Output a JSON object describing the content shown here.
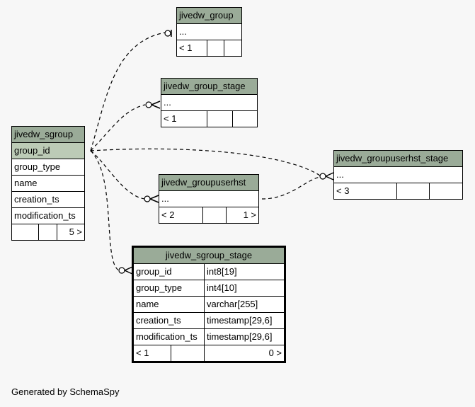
{
  "tables": {
    "jivedw_group": {
      "title": "jivedw_group",
      "rows": [
        "..."
      ],
      "foot": [
        "< 1",
        "",
        ""
      ]
    },
    "jivedw_group_stage": {
      "title": "jivedw_group_stage",
      "rows": [
        "..."
      ],
      "foot": [
        "< 1",
        "",
        ""
      ]
    },
    "jivedw_sgroup": {
      "title": "jivedw_sgroup",
      "rows": [
        "group_id",
        "group_type",
        "name",
        "creation_ts",
        "modification_ts"
      ],
      "foot": [
        "",
        "",
        "5 >"
      ]
    },
    "jivedw_groupuserhst_stage": {
      "title": "jivedw_groupuserhst_stage",
      "rows": [
        "..."
      ],
      "foot": [
        "< 3",
        "",
        ""
      ]
    },
    "jivedw_groupuserhst": {
      "title": "jivedw_groupuserhst",
      "rows": [
        "..."
      ],
      "foot": [
        "< 2",
        "",
        "1 >"
      ]
    },
    "jivedw_sgroup_stage": {
      "title": "jivedw_sgroup_stage",
      "columns": [
        {
          "name": "group_id",
          "type": "int8[19]"
        },
        {
          "name": "group_type",
          "type": "int4[10]"
        },
        {
          "name": "name",
          "type": "varchar[255]"
        },
        {
          "name": "creation_ts",
          "type": "timestamp[29,6]"
        },
        {
          "name": "modification_ts",
          "type": "timestamp[29,6]"
        }
      ],
      "foot": [
        "< 1",
        "",
        "0 >"
      ]
    }
  },
  "footer": "Generated by SchemaSpy"
}
